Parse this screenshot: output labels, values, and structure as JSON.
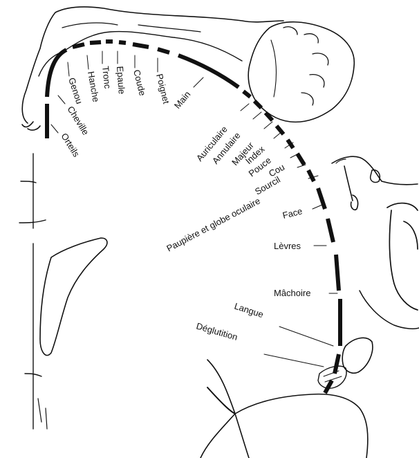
{
  "diagram": {
    "labels": {
      "orteils": "Orteils",
      "cheville": "Cheville",
      "genou": "Genou",
      "hanche": "Hanche",
      "tronc": "Tronc",
      "epaule": "Epaule",
      "coude": "Coude",
      "poignet": "Poignet",
      "main": "Main",
      "auriculaire": "Auriculaire",
      "annulaire": "Annulaire",
      "majeur": "Majeur",
      "index": "Index",
      "pouce": "Pouce",
      "cou": "Cou",
      "sourcil": "Sourcil",
      "paupiere": "Paupière et globe oculaire",
      "face": "Face",
      "levres": "Lèvres",
      "machoire": "Mâchoire",
      "langue": "Langue",
      "deglutition": "Déglutition"
    }
  }
}
